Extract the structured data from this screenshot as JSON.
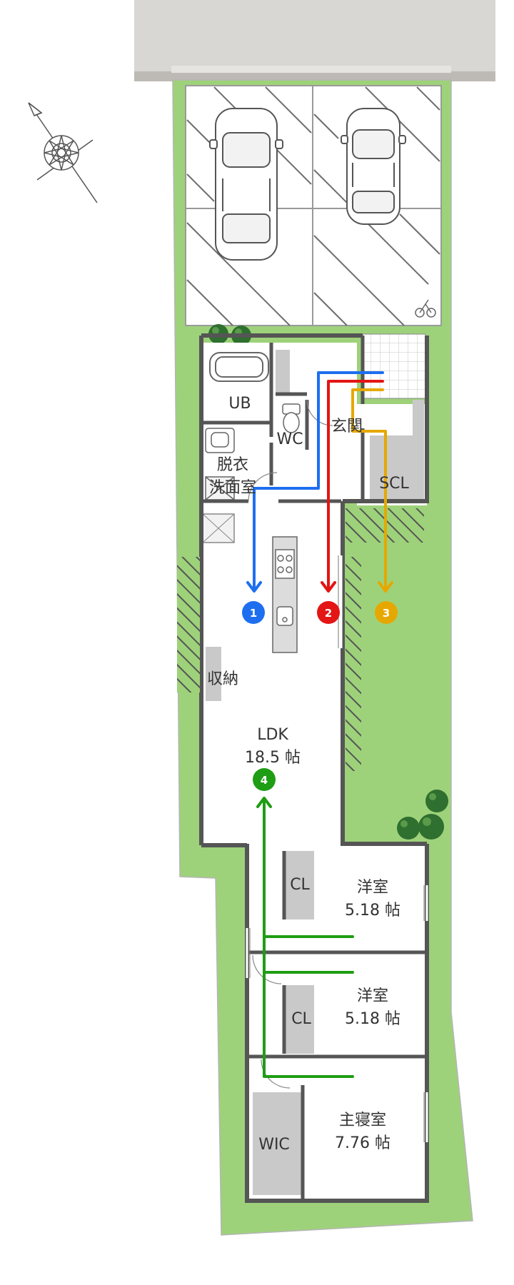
{
  "rooms": {
    "ub": "UB",
    "wc": "WC",
    "entrance": "玄関",
    "dressing_1": "脱衣",
    "dressing_2": "洗面室",
    "scl": "SCL",
    "storage": "収納",
    "ldk_1": "LDK",
    "ldk_2": "18.5 帖",
    "western1_1": "洋室",
    "western1_2": "5.18 帖",
    "cl1": "CL",
    "western2_1": "洋室",
    "western2_2": "5.18 帖",
    "cl2": "CL",
    "master_1": "主寝室",
    "master_2": "7.76 帖",
    "wic": "WIC"
  },
  "markers": [
    "1",
    "2",
    "3",
    "4"
  ],
  "colors": {
    "lawn": "#9ed27a",
    "lawn_dark": "#84c060",
    "paving": "#d8d6d2",
    "wall": "#555555",
    "floor": "#ffffff",
    "closet": "#c9c9c9",
    "route1": "#1e6ff0",
    "route2": "#e31515",
    "route3": "#e6a800",
    "route4": "#1f9d14",
    "tree": "#2f6f2f"
  },
  "icons": [
    "compass-icon",
    "car-icon",
    "bathtub-icon",
    "toilet-icon",
    "kitchen-icon",
    "tree-icon"
  ]
}
